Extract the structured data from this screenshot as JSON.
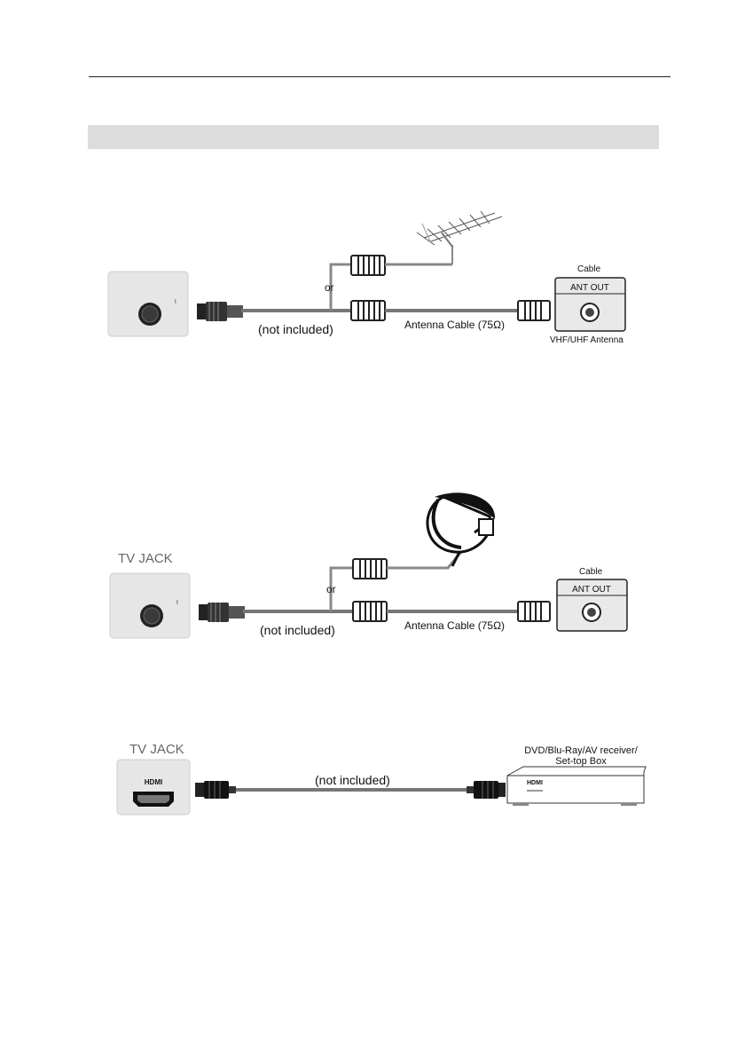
{
  "page": {
    "section_title": ""
  },
  "diagram_antenna": {
    "or_label": "or",
    "cable_note": "(not included)",
    "cable_name": "Antenna Cable (75Ω)",
    "source_title": "Cable",
    "port_label": "ANT OUT",
    "source_caption": "VHF/UHF Antenna",
    "icons": [
      "tv-jack-panel-icon",
      "coax-plug-icon",
      "yagi-antenna-icon",
      "ant-out-box-icon"
    ]
  },
  "diagram_satellite": {
    "jack_label": "TV JACK",
    "or_label": "or",
    "cable_note": "(not included)",
    "cable_name": "Antenna Cable (75Ω)",
    "source_title": "Cable",
    "port_label": "ANT OUT",
    "icons": [
      "tv-jack-panel-icon",
      "coax-plug-icon",
      "satellite-dish-icon",
      "ant-out-box-icon"
    ]
  },
  "diagram_hdmi": {
    "jack_label": "TV JACK",
    "port_label": "HDMI",
    "cable_note": "(not included)",
    "device_line1": "DVD/Blu-Ray/AV receiver/",
    "device_line2": "Set-top Box",
    "device_port_label": "HDMI",
    "icons": [
      "hdmi-jack-icon",
      "hdmi-plug-icon",
      "set-top-box-icon"
    ]
  }
}
